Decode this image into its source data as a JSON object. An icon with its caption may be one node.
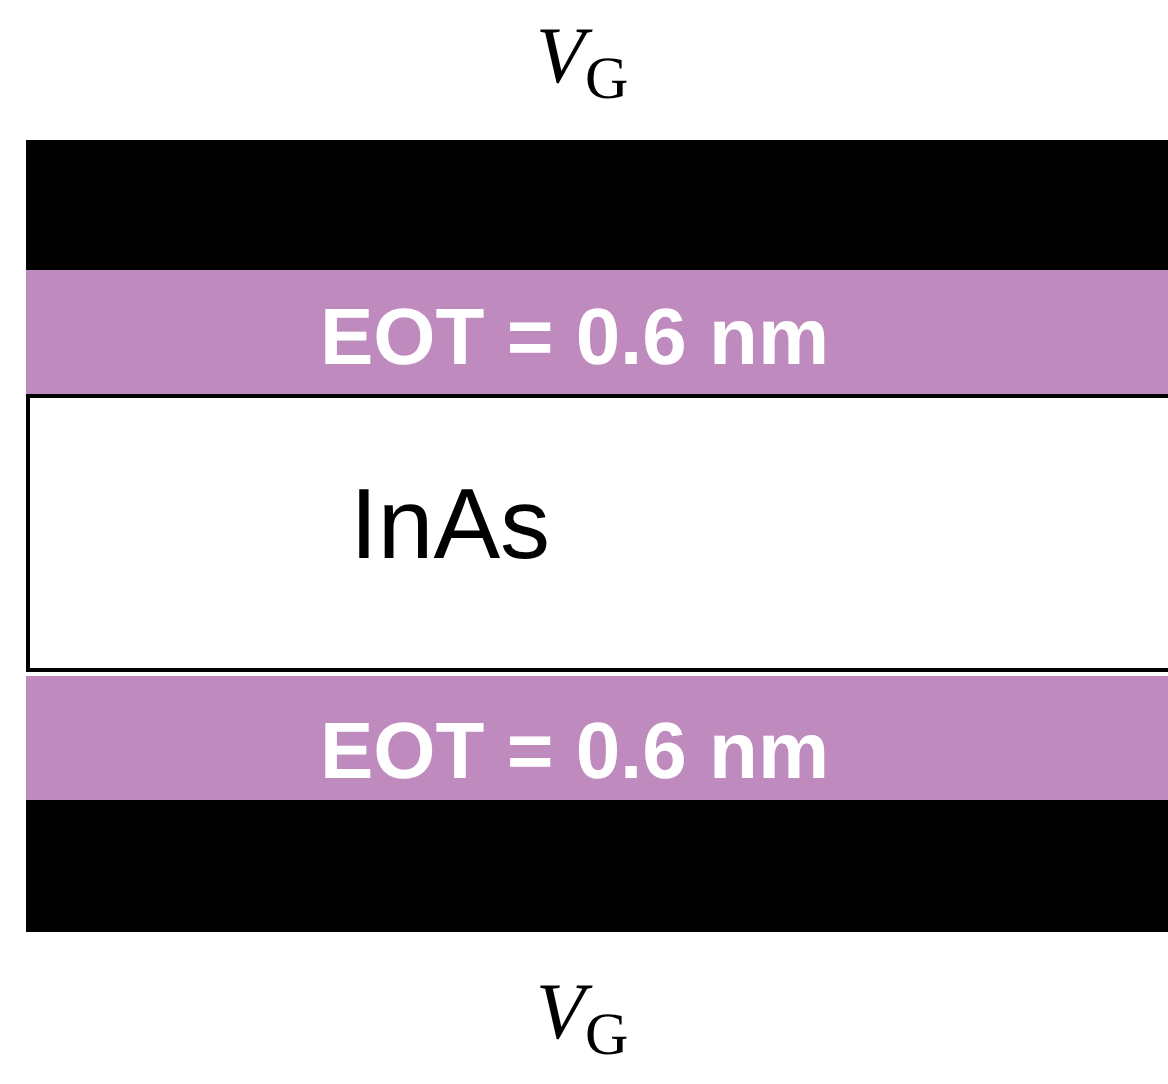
{
  "diagram": {
    "nodes": [
      {
        "text": [],
        "shape": "bar"
      },
      {
        "text": [
          "EOT = 0.6 nm"
        ]
      },
      {
        "text": [
          "InAs"
        ]
      },
      {
        "text": [
          "EOT = 0.6 nm"
        ]
      },
      {
        "text": [],
        "shape": "bar"
      }
    ],
    "labels": [
      "*V*$_{G}$",
      "*V*$_{G}$"
    ]
  }
}
